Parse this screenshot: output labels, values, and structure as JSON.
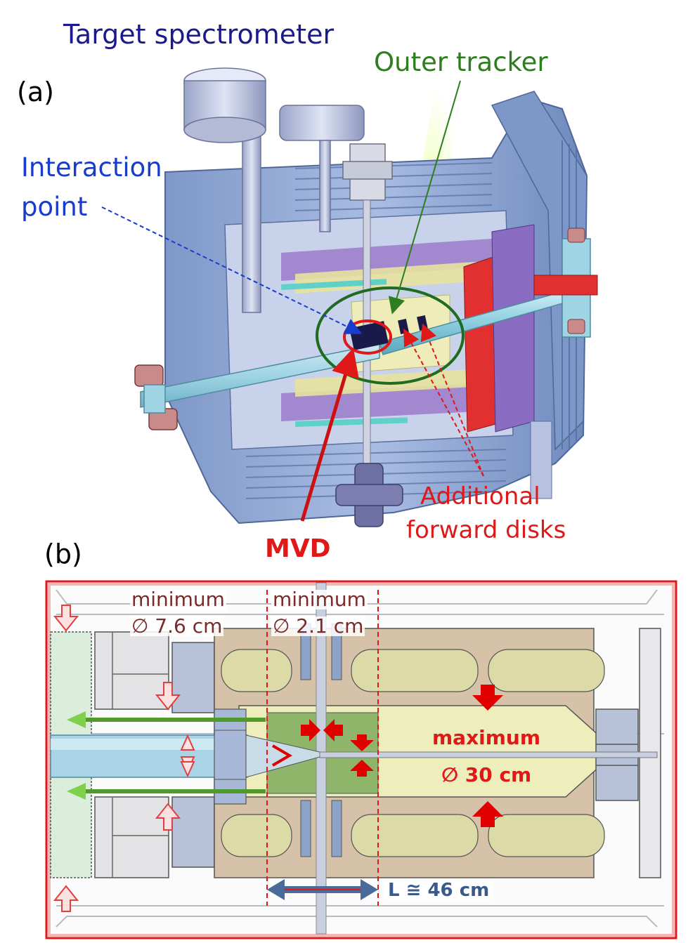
{
  "panel_a": {
    "label": "(a)",
    "title": "Target spectrometer",
    "outer_tracker": "Outer tracker",
    "interaction_point": [
      "Interaction",
      "point"
    ],
    "forward_disks": [
      "Additional",
      "forward disks"
    ],
    "mvd": "MVD"
  },
  "panel_b": {
    "label": "(b)",
    "min_left": [
      "minimum",
      "∅ 7.6 cm"
    ],
    "min_center": [
      "minimum",
      "∅ 2.1 cm"
    ],
    "maximum": [
      "maximum",
      "∅ 30 cm"
    ],
    "length": "L ≅ 46 cm"
  },
  "colors": {
    "title_blue": "#1a1a8c",
    "ip_blue": "#1a3ccc",
    "tracker_green": "#2e7d1e",
    "highlight_red": "#e01818",
    "detector_blue": "#8fa9d6",
    "panel_border": "#e01818"
  }
}
